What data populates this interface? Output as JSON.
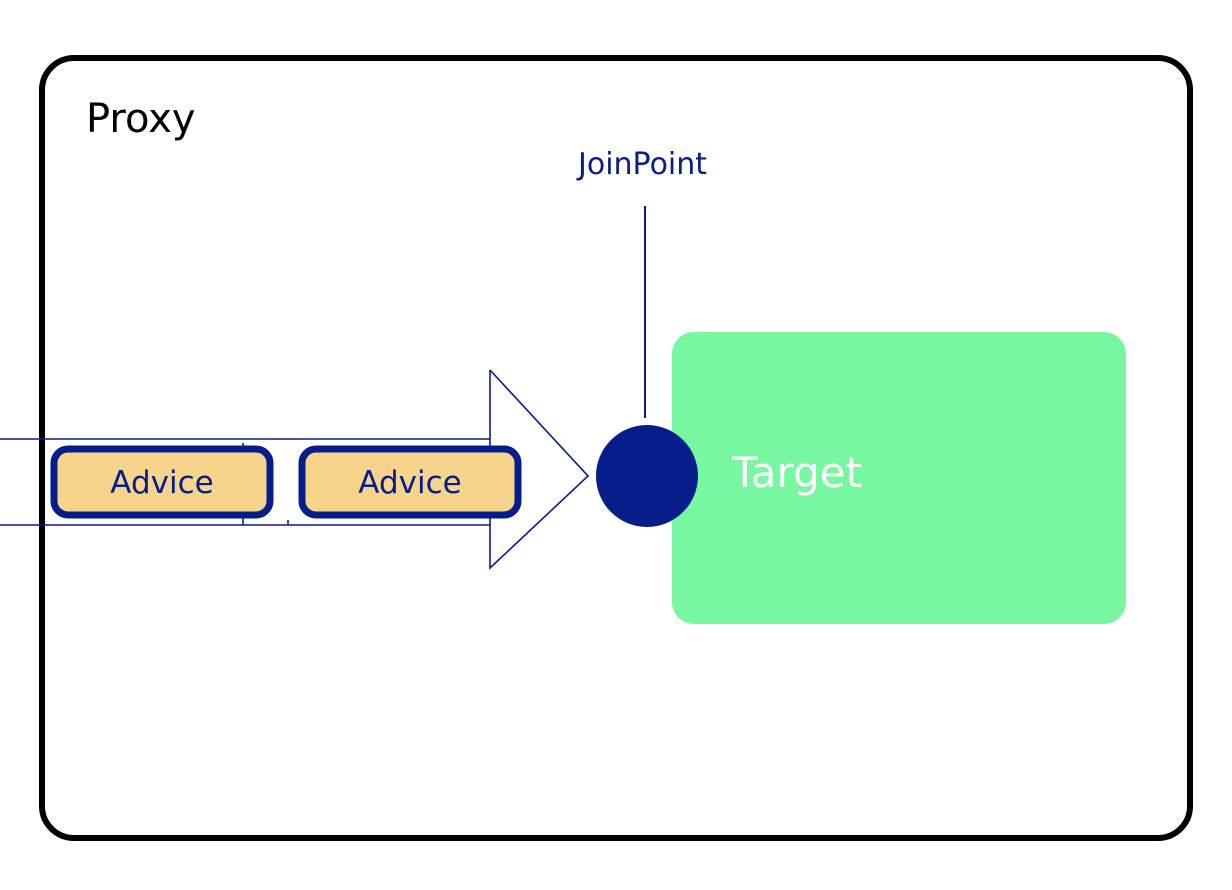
{
  "diagram": {
    "proxy": {
      "label": "Proxy"
    },
    "joinpoint": {
      "label": "JoinPoint"
    },
    "target": {
      "label": "Target"
    },
    "advices": [
      {
        "label": "Advice"
      },
      {
        "label": "Advice"
      }
    ],
    "colors": {
      "frame": "#000000",
      "navy": "#071d8a",
      "advice_fill": "#f7d48b",
      "target_fill": "#77f7a0",
      "target_text": "#ffffff"
    }
  }
}
